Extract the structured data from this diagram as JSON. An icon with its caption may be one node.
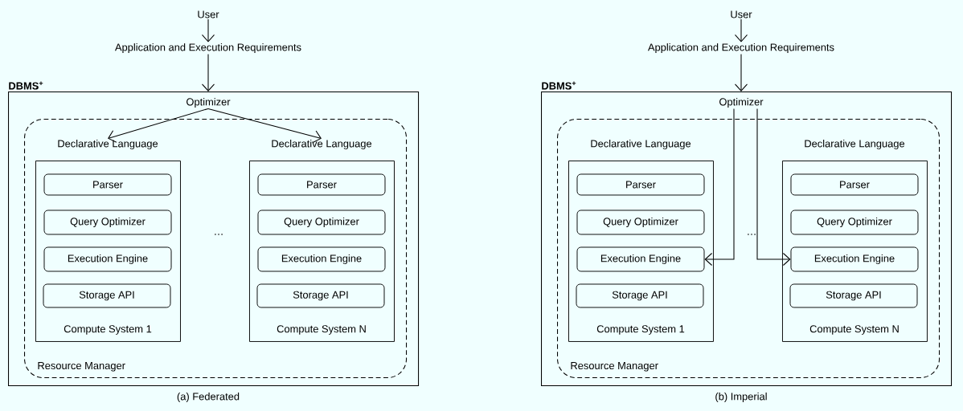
{
  "diagram": {
    "nodes": [
      {
        "text": [
          "User"
        ]
      },
      {
        "text": [
          "Application and Execution Requirements"
        ]
      },
      {
        "text": [
          "DBMS$^{+}$"
        ]
      },
      {
        "text": [
          "Optimizer"
        ],
        "in": 2
      },
      {
        "text": [
          "Resource Manager"
        ],
        "in": 2
      },
      {
        "text": [
          "Declarative Language",
          "Compute System 1"
        ],
        "in": 4
      },
      {
        "text": [
          "Parser"
        ],
        "in": 5
      },
      {
        "text": [
          "Query Optimizer"
        ],
        "in": 5
      },
      {
        "text": [
          "Execution Engine"
        ],
        "in": 5
      },
      {
        "text": [
          "Storage API"
        ],
        "in": 5
      },
      {
        "text": [
          "Declarative Language",
          "Compute System N"
        ],
        "in": 4
      },
      {
        "text": [
          "Parser"
        ],
        "in": 10
      },
      {
        "text": [
          "Query Optimizer"
        ],
        "in": 10
      },
      {
        "text": [
          "Execution Engine"
        ],
        "in": 10
      },
      {
        "text": [
          "Storage API"
        ],
        "in": 10
      },
      {
        "text": [
          "User"
        ]
      },
      {
        "text": [
          "Application and Execution Requirements"
        ]
      },
      {
        "text": [
          "DBMS$^{+}$"
        ]
      },
      {
        "text": [
          "Optimizer"
        ],
        "in": 17
      },
      {
        "text": [
          "Resource Manager"
        ],
        "in": 17
      },
      {
        "text": [
          "Declarative Language",
          "Compute System 1"
        ],
        "in": 19
      },
      {
        "text": [
          "Parser"
        ],
        "in": 20
      },
      {
        "text": [
          "Query Optimizer"
        ],
        "in": 20
      },
      {
        "text": [
          "Execution Engine"
        ],
        "in": 20
      },
      {
        "text": [
          "Storage API"
        ],
        "in": 20
      },
      {
        "text": [
          "Declarative Language",
          "Compute System N"
        ],
        "in": 19
      },
      {
        "text": [
          "Parser"
        ],
        "in": 25
      },
      {
        "text": [
          "Query Optimizer"
        ],
        "in": 25
      },
      {
        "text": [
          "Execution Engine"
        ],
        "in": 25
      },
      {
        "text": [
          "Storage API"
        ],
        "in": 25
      }
    ],
    "edges": [
      {
        "from": 0,
        "to": 1,
        "arrow": "to"
      },
      {
        "from": 1,
        "to": 2,
        "arrow": "to"
      },
      {
        "from": 3,
        "to": 5,
        "arrow": "to"
      },
      {
        "from": 3,
        "to": 10,
        "arrow": "to"
      },
      {
        "from": 15,
        "to": 16,
        "arrow": "to"
      },
      {
        "from": 16,
        "to": 17,
        "arrow": "to"
      },
      {
        "from": 18,
        "to": 23,
        "arrow": "to"
      },
      {
        "from": 18,
        "to": 28,
        "arrow": "to"
      }
    ],
    "labels": [
      "…",
      "…",
      "(a) Federated",
      "(b) Imperial"
    ]
  }
}
